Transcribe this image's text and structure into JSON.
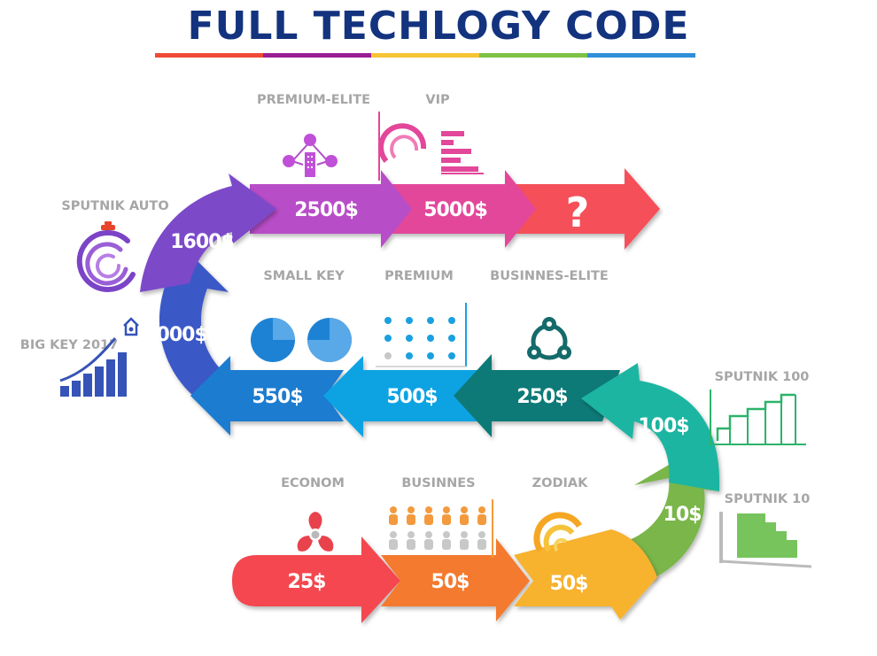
{
  "title": "FULL TECHLOGY CODE",
  "colors": {
    "title": "#13337f",
    "underline": [
      "#f04a37",
      "#9a1f93",
      "#f6c435",
      "#7cc245",
      "#2e8fd8"
    ],
    "econom": "#f4474f",
    "businnes": "#f37a2e",
    "zodiak": "#f7b22f",
    "sputnik10": "#7ab64a",
    "sputnik100": "#1cb5a2",
    "businnes_elite": "#0f7a78",
    "premium": "#0fa3e3",
    "small_key": "#1a7cd0",
    "big_key": "#3a58c7",
    "sputnik_auto": "#7b49c9",
    "premium_elite": "#b84ec8",
    "vip": "#e2479a",
    "unknown": "#f5505a"
  },
  "diagram": {
    "row_bottom": {
      "econom": {
        "label": "ECONOM",
        "price": "25$",
        "icon": "trefoil-icon"
      },
      "businnes": {
        "label": "BUSINNES",
        "price": "50$",
        "icon": "people-grid-icon"
      },
      "zodiak": {
        "label": "ZODIAK",
        "price": "50$",
        "icon": "arc-gauge-icon"
      }
    },
    "curve_right": {
      "sputnik10": {
        "label": "SPUTNIK 10",
        "price": "10$",
        "icon": "stair-chart-icon"
      },
      "sputnik100": {
        "label": "SPUTNIK 100",
        "price": "100$",
        "icon": "step-line-chart-icon"
      }
    },
    "row_middle": {
      "businnes_elite": {
        "label": "BUSINNES-ELITE",
        "price": "250$",
        "icon": "cycle-icon"
      },
      "premium": {
        "label": "PREMIUM",
        "price": "500$",
        "icon": "dot-matrix-icon"
      },
      "small_key": {
        "label": "SMALL KEY",
        "price": "550$",
        "icon": "pie-charts-icon"
      }
    },
    "curve_left": {
      "big_key": {
        "label": "BIG KEY 2017",
        "price": "2000$",
        "icon": "growth-bars-icon"
      },
      "sputnik_auto": {
        "label": "SPUTNIK AUTO",
        "price": "1600$",
        "icon": "swirl-car-icon"
      }
    },
    "row_top": {
      "premium_elite": {
        "label": "PREMIUM-ELITE",
        "price": "2500$",
        "icon": "network-building-icon"
      },
      "vip": {
        "label": "VIP",
        "price": "5000$",
        "icon": "radial-bar-icon"
      },
      "unknown": {
        "price": "?"
      }
    }
  }
}
